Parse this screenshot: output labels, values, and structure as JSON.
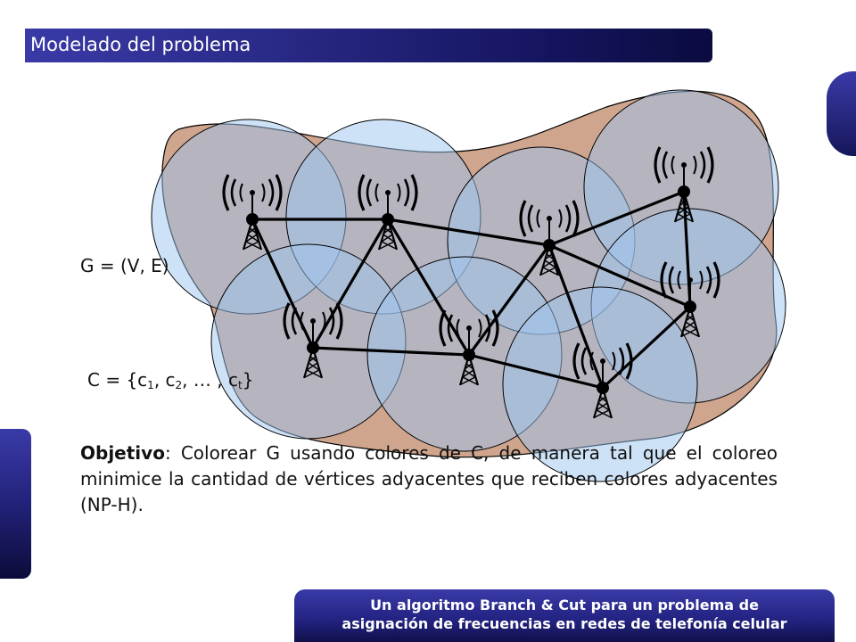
{
  "title": "Modelado del problema",
  "graph_label": "G = (V, E)",
  "color_set": {
    "prefix": "C = {c",
    "s1": "1",
    "sep1": ", c",
    "s2": "2",
    "sep2": ", … , c",
    "s3": "t",
    "suffix": "}"
  },
  "objective": {
    "label": "Objetivo",
    "text": ": Colorear G usando colores de C, de manera tal que el coloreo minimice la cantidad de vértices adyacentes que reciben colores adyacentes (NP-H)."
  },
  "footer": {
    "line1": "Un algoritmo Branch & Cut para un problema de",
    "line2": "asignación de frecuencias en redes de telefonía celular"
  },
  "colors": {
    "title_bar": "#2a2a88",
    "region_fill": "#cfa58e",
    "circle_fill": "#a8cdf0",
    "accent": "#3a3aa8"
  },
  "icons": [
    "antenna-icon"
  ],
  "antenna_count": 8
}
